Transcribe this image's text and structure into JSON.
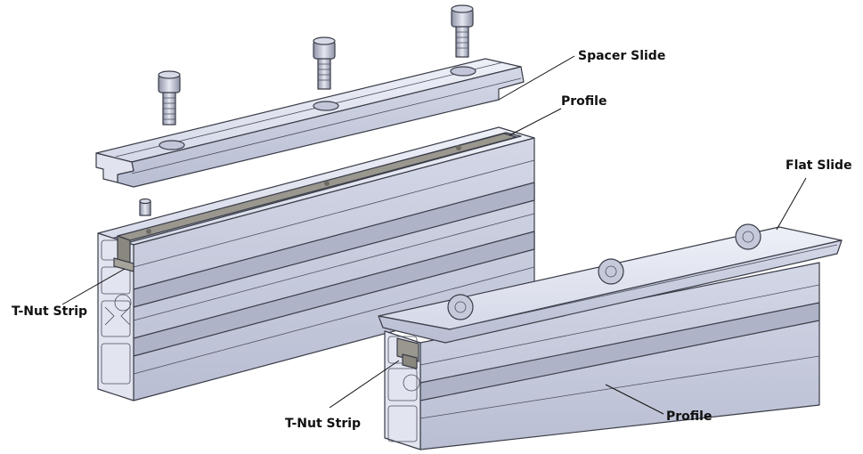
{
  "labels": {
    "spacer_slide": "Spacer Slide",
    "profile_top": "Profile",
    "flat_slide": "Flat Slide",
    "tnut_strip_left": "T-Nut Strip",
    "tnut_strip_right": "T-Nut Strip",
    "profile_bottom": "Profile"
  },
  "colors": {
    "metal_light": "#dfe2ee",
    "metal_mid": "#c8ccde",
    "metal_dark": "#a9aec4",
    "strip_gray": "#9a978f",
    "outline": "#3a3d48"
  }
}
